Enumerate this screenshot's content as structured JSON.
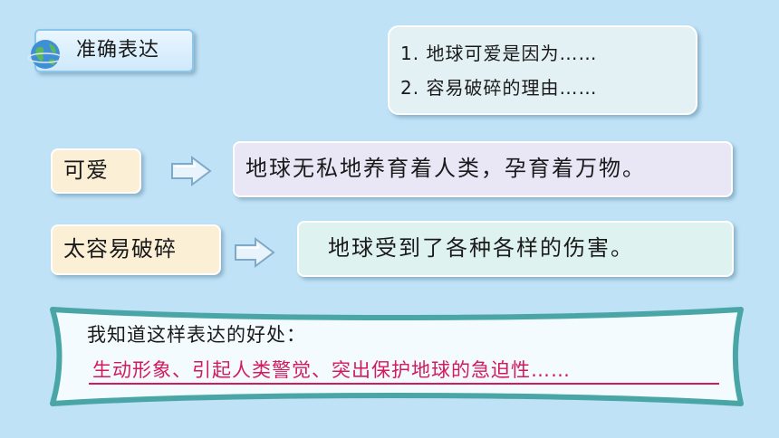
{
  "title_tag": {
    "label": "准确表达"
  },
  "reasons": [
    "1. 地球可爱是因为……",
    "2. 容易破碎的理由……"
  ],
  "rows": [
    {
      "label": "可爱",
      "statement": "地球无私地养育着人类，孕育着万物。"
    },
    {
      "label": "太容易破碎",
      "statement": "地球受到了各种各样的伤害。"
    }
  ],
  "benefit": {
    "intro": "我知道这样表达的好处：",
    "answer": "生动形象、引起人类警觉、突出保护地球的急迫性……"
  },
  "colors": {
    "background": "#bfe2f6",
    "label_fill": "#fbf0d6",
    "answer_text": "#d41a5e",
    "banner_border": "#4aa6a6"
  },
  "icons": [
    "globe-icon",
    "right-arrow-icon"
  ]
}
